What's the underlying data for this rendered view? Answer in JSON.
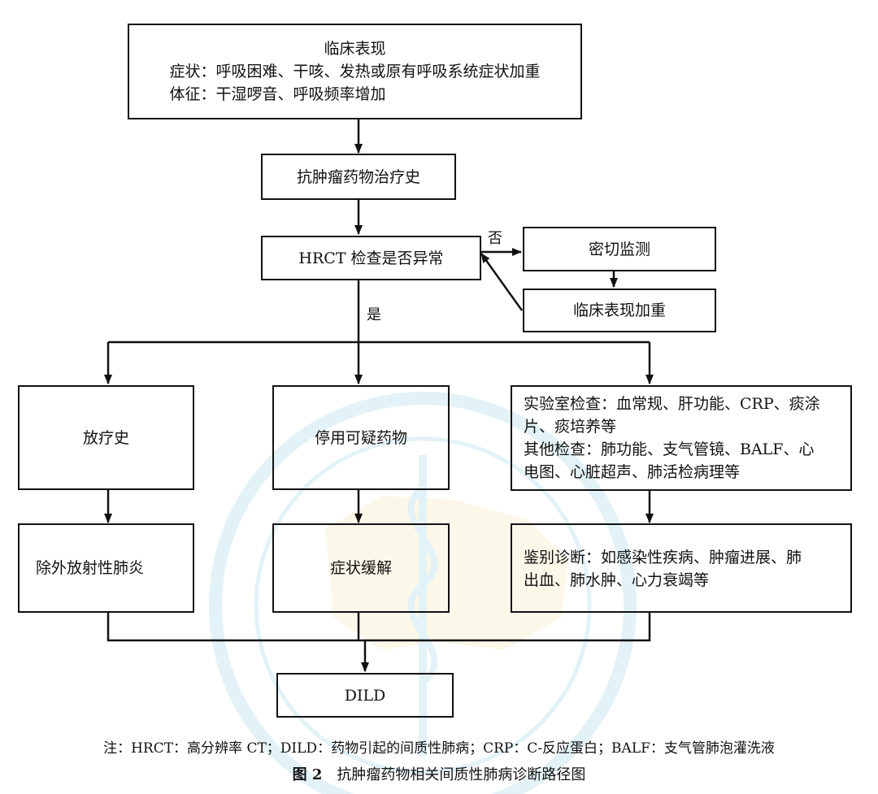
{
  "boxes": {
    "clinical": {
      "title": "临床表现",
      "line1": "症状：呼吸困难、干咳、发热或原有呼吸系统症状加重",
      "line2": "体征：干湿啰音、呼吸频率增加"
    },
    "history": "抗肿瘤药物治疗史",
    "hrct": "HRCT 检查是否异常",
    "monitor": "密切监测",
    "worsen": "临床表现加重",
    "radiation": "放疗史",
    "stop_drug": "停用可疑药物",
    "lab": {
      "line1": "实验室检查：血常规、肝功能、CRP、痰涂",
      "line2": "片、痰培养等",
      "line3": "其他检查：肺功能、支气管镜、BALF、心",
      "line4": "电图、心脏超声、肺活检病理等"
    },
    "exclude": "除外放射性肺炎",
    "relief": "症状缓解",
    "differential": {
      "line1": "鉴别诊断：如感染性疾病、肿瘤进展、肺",
      "line2": "出血、肺水肿、心力衰竭等"
    },
    "dild": "DILD"
  },
  "labels": {
    "no": "否",
    "yes": "是"
  },
  "footnote": "注：HRCT：高分辨率 CT；DILD：药物引起的间质性肺病；CRP：C-反应蛋白；BALF：支气管肺泡灌洗液",
  "caption": {
    "number": "图 2",
    "title": "抗肿瘤药物相关间质性肺病诊断路径图"
  },
  "watermark": {
    "color": "#7fc6d8",
    "fill_color": "#f2e1a0"
  }
}
